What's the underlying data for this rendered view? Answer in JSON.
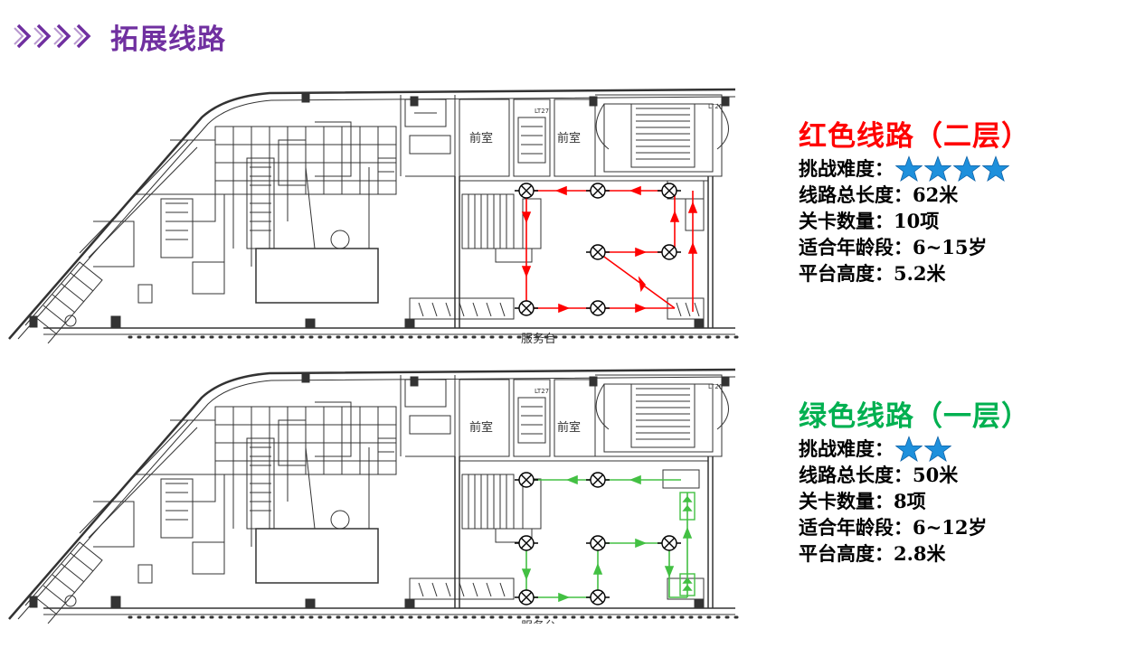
{
  "header": {
    "title": "拓展线路",
    "accent_color": "#7030A0",
    "icon": "chevron-arrows-icon"
  },
  "plan_labels": {
    "anteroom_left": "前室",
    "anteroom_right": "前室",
    "service_desk": "服务台",
    "lt27": "LT27",
    "lt26": "LT26"
  },
  "routes": [
    {
      "title": "红色线路（二层）",
      "color": "#FF0000",
      "difficulty_label": "挑战难度：",
      "stars": 4,
      "length_label": "线路总长度：62米",
      "stages_label": "关卡数量：10项",
      "age_label": "适合年龄段：6~15岁",
      "height_label": "平台高度：5.2米"
    },
    {
      "title": "绿色线路（一层）",
      "color": "#00B050",
      "difficulty_label": "挑战难度：",
      "stars": 2,
      "length_label": "线路总长度：50米",
      "stages_label": "关卡数量：8项",
      "age_label": "适合年龄段：6~12岁",
      "height_label": "平台高度：2.8米"
    }
  ],
  "star_color": "#1E90DC"
}
